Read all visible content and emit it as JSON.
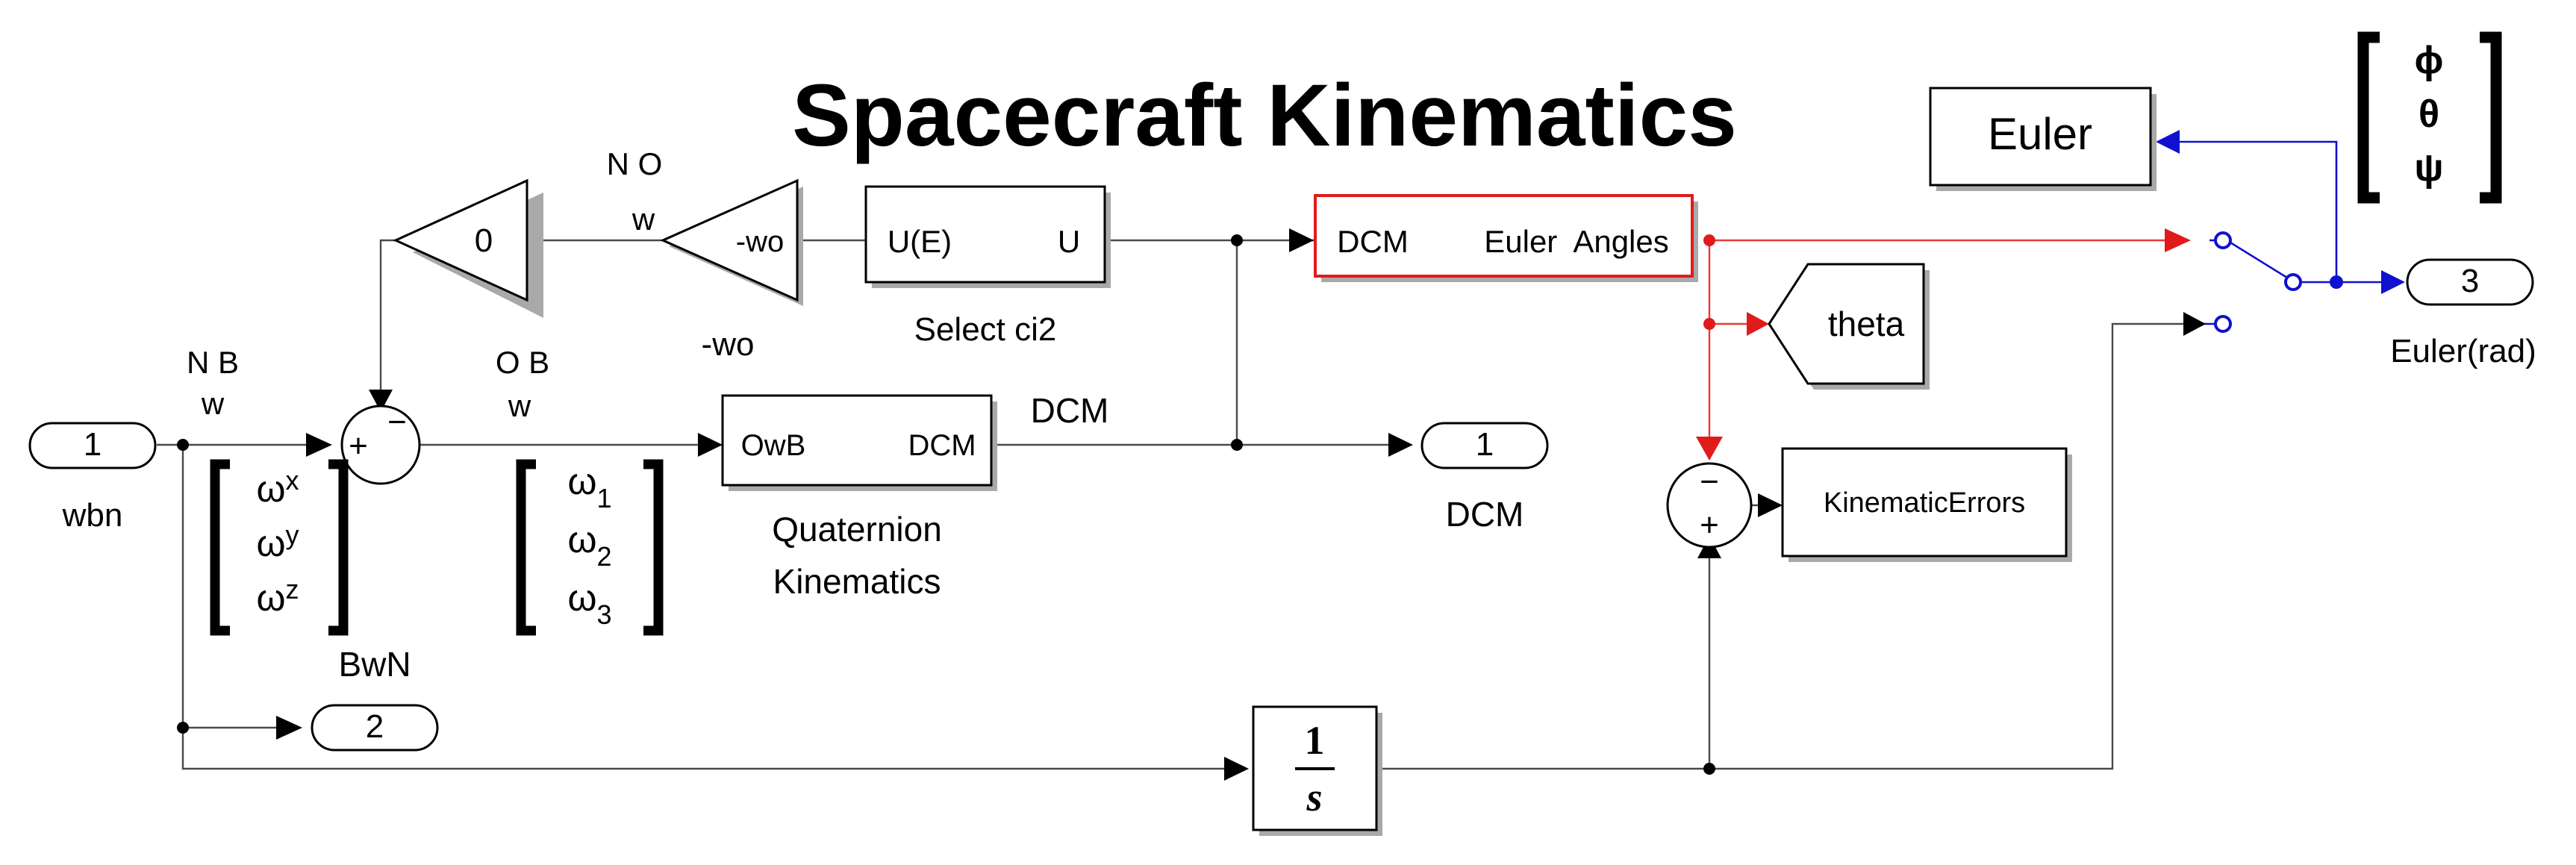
{
  "title": "Spacecraft Kinematics",
  "inports": {
    "wbn": {
      "number": "1",
      "label": "wbn"
    }
  },
  "outports": {
    "dcm": {
      "number": "1",
      "label": "DCM"
    },
    "bwn": {
      "number": "2",
      "label": "BwN"
    },
    "euler_rad": {
      "number": "3",
      "label": "Euler(rad)"
    }
  },
  "signals": {
    "nb_top": "N B",
    "nb_bottom": "w",
    "ob_top": "O B",
    "ob_bottom": "w",
    "no_top": "N  O",
    "no_bottom": "w",
    "dcm_wire": "DCM"
  },
  "blocks": {
    "gain_zero": "0",
    "gain_wo": "-wo",
    "gain_wo_label": "-wo",
    "sum_top_signs": [
      "+",
      "−"
    ],
    "select_in": "U(E)",
    "select_out": "U",
    "select_label": "Select ci2",
    "quat_in": "OwB",
    "quat_out": "DCM",
    "quat_label_1": "Quaternion",
    "quat_label_2": "Kinematics",
    "dcm_euler_in": "DCM",
    "dcm_euler_out": "Euler  Angles",
    "goto_theta": "theta",
    "sum_right_signs": [
      "−",
      "+"
    ],
    "kinematic_errors": "KinematicErrors",
    "integrator_num": "1",
    "integrator_den": "s",
    "euler_display": "Euler"
  },
  "annotations": {
    "omega_xyz": [
      {
        "base": "ω",
        "sub": "x"
      },
      {
        "base": "ω",
        "sub": "y"
      },
      {
        "base": "ω",
        "sub": "z"
      }
    ],
    "omega_123": [
      {
        "base": "ω",
        "sub": "1"
      },
      {
        "base": "ω",
        "sub": "2"
      },
      {
        "base": "ω",
        "sub": "3"
      }
    ],
    "euler_symbols": [
      "ϕ",
      "θ",
      "ψ"
    ]
  },
  "colors": {
    "highlight": "#e11b1b",
    "selected_wire": "#e83a3a",
    "switch": "#1010d0",
    "block_shadow": "#a9a9a9"
  }
}
